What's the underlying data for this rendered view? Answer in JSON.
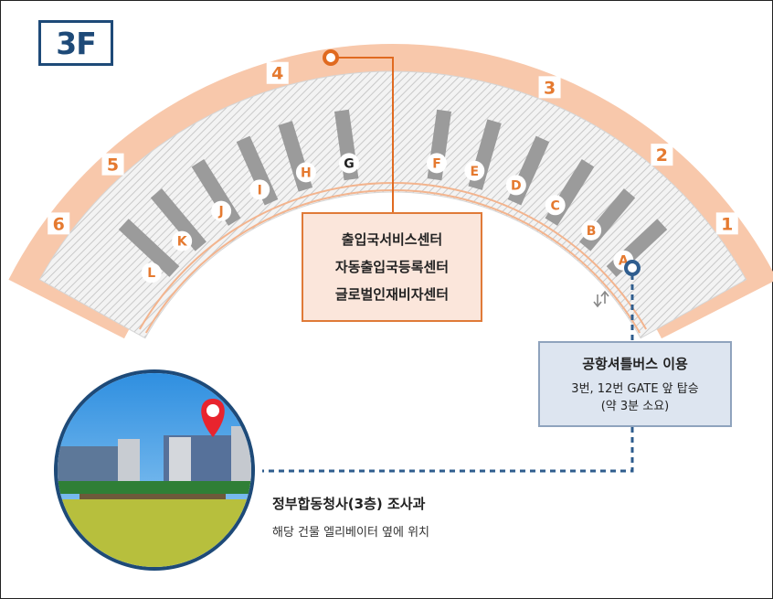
{
  "floor_label": "3F",
  "zones": [
    "6",
    "5",
    "4",
    "3",
    "2",
    "1"
  ],
  "gates": [
    "L",
    "K",
    "J",
    "I",
    "H",
    "G",
    "F",
    "E",
    "D",
    "C",
    "B",
    "A"
  ],
  "service_center": {
    "lines": [
      "출입국서비스센터",
      "자동출입국등록센터",
      "글로벌인재비자센터"
    ]
  },
  "shuttle": {
    "title": "공항셔틀버스 이용",
    "line1": "3번, 12번 GATE 앞 탑승",
    "line2": "(약 3분 소요)"
  },
  "destination": {
    "title": "정부합동청사(3층) 조사과",
    "desc": "해당 건물 엘리베이터 옆에 위치"
  },
  "colors": {
    "outer_band": "#f8c8ab",
    "zone_number": "#e57a30",
    "gate_letter": "#e57a30",
    "gate_letter_highlight": "#222222",
    "counter": "#9b9b9b",
    "service_marker": "#e06a20",
    "shuttle_marker": "#2f5d8e",
    "dashed_route": "#2f5d8e",
    "location_pin": "#e8242e",
    "floor_badge": "#1e4a78"
  },
  "icons": {
    "service_marker": "circle-marker-icon",
    "shuttle_marker": "circle-marker-icon",
    "location_pin": "map-pin-icon",
    "escalator": "escalator-arrows-icon"
  }
}
